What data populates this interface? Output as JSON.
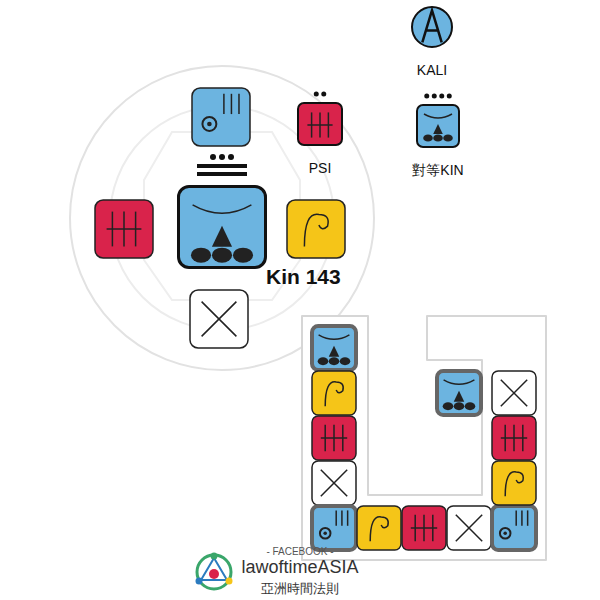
{
  "diagram": {
    "nodes": [
      {
        "text": [
          "Kin 143"
        ]
      },
      {
        "text": [
          "PSI"
        ]
      },
      {
        "text": [
          "KALI"
        ]
      },
      {
        "text": [
          "對等KIN"
        ]
      }
    ],
    "edges": [],
    "labels": [
      "- FACEBOOK -",
      "lawoftimeASIA",
      "亞洲時間法則"
    ]
  }
}
